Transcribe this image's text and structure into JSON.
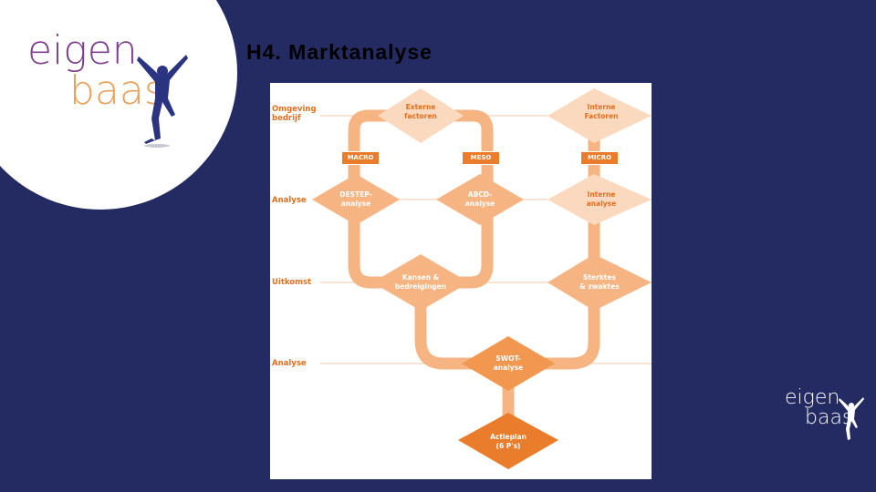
{
  "slide": {
    "title": "H4. Marktanalyse"
  },
  "logo": {
    "line1": "eigen",
    "line2": "baas"
  },
  "colors": {
    "background": "#242a62",
    "orange_dark": "#ea7d2c",
    "orange_mid": "#f6b482",
    "orange_light": "#fbd9bf",
    "logo_purple": "#7d3f8c",
    "logo_orange": "#e9a15a"
  },
  "diagram": {
    "row_labels": {
      "environment": "Omgeving\nbedrijf",
      "analysis1": "Analyse",
      "outcome": "Uitkomst",
      "analysis2": "Analyse"
    },
    "tags": {
      "macro": "MACRO",
      "meso": "MESO",
      "micro": "MICRO"
    },
    "nodes": {
      "external": "Externe\nfactoren",
      "internal": "Interne\nFactoren",
      "destep": "DESTEP-\nanalyse",
      "abcd": "ABCD-\nanalyse",
      "internal_analysis": "Interne\nanalyse",
      "opportunities": "Kansen &\nbedreigingen",
      "strengths": "Sterktes\n& zwaktes",
      "swot": "SWOT-\nanalyse",
      "actionplan": "Actieplan\n(6 P's)"
    }
  }
}
